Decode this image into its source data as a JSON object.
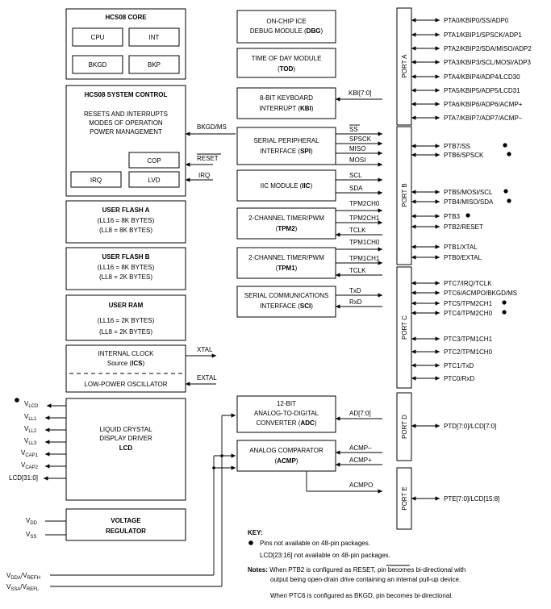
{
  "core": {
    "title": "HCS08 CORE",
    "cpu": "CPU",
    "int": "INT",
    "bkgd": "BKGD",
    "bkp": "BKP"
  },
  "sysctl": {
    "title": "HCS08 SYSTEM CONTROL",
    "l1": "RESETS AND INTERRUPTS",
    "l2": "MODES OF OPERATION",
    "l3": "POWER MANAGEMENT",
    "cop": "COP",
    "irq": "IRQ",
    "lvd": "LVD"
  },
  "flash_a": {
    "title": "USER FLASH A",
    "l1": "(LL16 = 8K BYTES)",
    "l2": "(LL8 = 8K BYTES)"
  },
  "flash_b": {
    "title": "USER FLASH B",
    "l1": "(LL16 = 8K BYTES)",
    "l2": "(LL8 = 2K BYTES)"
  },
  "ram": {
    "title": "USER RAM",
    "l1": "(LL16 = 2K BYTES)",
    "l2": "(LL8 = 2K BYTES)"
  },
  "clock": {
    "l1": "INTERNAL CLOCK",
    "l2a": "Source (",
    "l2b": "ICS",
    "l2c": ")",
    "osc": "LOW-POWER OSCILLATOR",
    "xtal": "XTAL",
    "extal": "EXTAL"
  },
  "lcd": {
    "l1": "LIQUID CRYSTAL",
    "l2": "DISPLAY DRIVER",
    "l3": "LCD"
  },
  "vreg": {
    "l1": "VOLTAGE",
    "l2": "REGULATOR"
  },
  "dbg": {
    "l1": "ON-CHIP ICE",
    "l2a": "DEBUG MODULE (",
    "l2b": "DBG",
    "l2c": ")"
  },
  "tod": {
    "l1": "TIME OF DAY MODULE",
    "l2a": "(",
    "l2b": "TOD",
    "l2c": ")"
  },
  "kbi": {
    "l1": "8-BIT KEYBOARD",
    "l2a": "INTERRUPT (",
    "l2b": "KBI",
    "l2c": ")",
    "bus": "KBI[7:0]"
  },
  "spi": {
    "l1": "SERIAL PERIPHERAL",
    "l2a": "INTERFACE (",
    "l2b": "SPI",
    "l2c": ")",
    "ss": "SS",
    "spsck": "SPSCK",
    "miso": "MISO",
    "mosi": "MOSI"
  },
  "iic": {
    "l1a": "IIC MODULE (",
    "l1b": "IIC",
    "l1c": ")",
    "scl": "SCL",
    "sda": "SDA"
  },
  "tpm2": {
    "l1": "2-CHANNEL TIMER/PWM",
    "l2a": "(",
    "l2b": "TPM2",
    "l2c": ")",
    "ch0": "TPM2CH0",
    "ch1": "TPM2CH1",
    "tclk": "TCLK"
  },
  "tpm1": {
    "l1": "2-CHANNEL TIMER/PWM",
    "l2a": "(",
    "l2b": "TPM1",
    "l2c": ")",
    "ch0": "TPM1CH0",
    "ch1": "TPM1CH1",
    "tclk": "TCLK"
  },
  "sci": {
    "l1": "SERIAL COMMUNICATIONS",
    "l2a": "INTERFACE (",
    "l2b": "SCI",
    "l2c": ")",
    "txd": "TxD",
    "rxd": "RxD"
  },
  "adc": {
    "l1": "12-BIT",
    "l2": "ANALOG-TO-DIGITAL",
    "l3a": "CONVERTER (",
    "l3b": "ADC",
    "l3c": ")",
    "bus": "AD[7:0]"
  },
  "acmp": {
    "l1": "ANALOG COMPARATOR",
    "l2a": "(",
    "l2b": "ACMP",
    "l2c": ")",
    "minus": "ACMP–",
    "plus": "ACMP+",
    "out": "ACMPO"
  },
  "signals": {
    "bkgdms": "BKGD/MS",
    "reset": "RESET",
    "irq": "IRQ",
    "lcdbus": "LCD[31:0]"
  },
  "ports": {
    "a": "PORT A",
    "b": "PORT B",
    "c": "PORT C",
    "d": "PORT D",
    "e": "PORT E"
  },
  "pins_a": [
    "PTA0/KBIP0/SS/ADP0",
    "PTA1/KBIP1/SPSCK/ADP1",
    "PTA2/KBIP2/SDA/MISO/ADP2",
    "PTA3/KBIP3/SCL/MOSI/ADP3",
    "PTA4/KBIP4/ADP4/LCD30",
    "PTA5/KBIP5/ADP5/LCD31",
    "PTA6/KBIP6/ADP6/ACMP+",
    "PTA7/KBIP7/ADP7/ACMP–"
  ],
  "pins_b": [
    "PTB7/SS",
    "PTB6/SPSCK",
    "PTB5/MOSI/SCL",
    "PTB4/MISO/SDA",
    "PTB3",
    "PTB2/RESET",
    "PTB1/XTAL",
    "PTB0/EXTAL"
  ],
  "pins_c": [
    "PTC7/IRQ/TCLK",
    "PTC6/ACMPO/BKGD/MS",
    "PTC5/TPM2CH1",
    "PTC4/TPM2CH0",
    "PTC3/TPM1CH1",
    "PTC2/TPM1CH0",
    "PTC1/TxD",
    "PTC0/RxD"
  ],
  "pin_d": "PTD[7:0]/LCD[7:0]",
  "pin_e": "PTE[7:0]/LCD[15:8]",
  "supplies": {
    "vlcd": "LCD",
    "vll1": "LL1",
    "vll2": "LL2",
    "vll3": "LL3",
    "vcap1": "CAP1",
    "vcap2": "CAP2",
    "vdd": "DD",
    "vss": "SS",
    "vdda": "DDA",
    "vrefh": "REFH",
    "vssa": "SSA",
    "vrefl": "REFL"
  },
  "key": {
    "title": "KEY:",
    "l1": "Pins not available on 48-pin packages.",
    "l2": "LCD[23:16] not available on 48-pin packages."
  },
  "notes": {
    "label": "Notes:",
    "n1a": "When PTB2 is configured as ",
    "n1b": "RESET",
    "n1c": ", pin becomes bi-directional with",
    "n1d": "output being open-drain drive containing an internal pull-up device.",
    "n2": "When PTC6 is configured as BKGD, pin becomes bi-directional."
  }
}
